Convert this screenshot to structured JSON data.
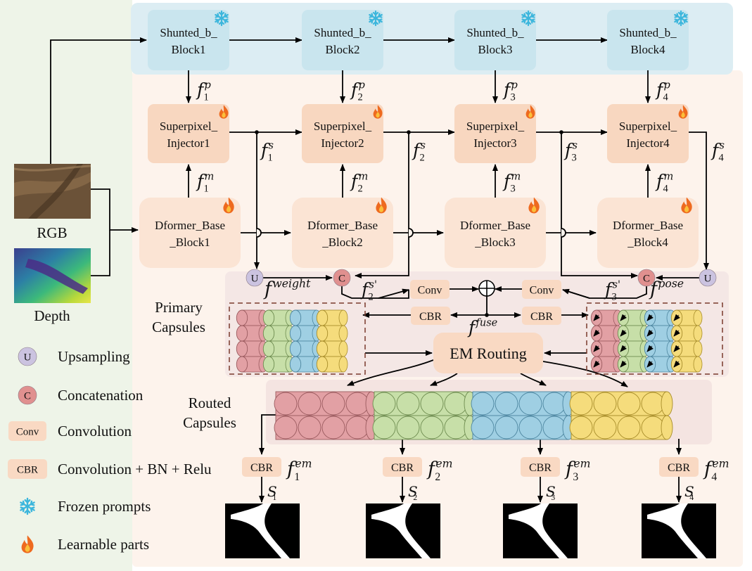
{
  "blocks": {
    "shunted": [
      {
        "line1": "Shunted_b_",
        "line2": "Block1"
      },
      {
        "line1": "Shunted_b_",
        "line2": "Block2"
      },
      {
        "line1": "Shunted_b_",
        "line2": "Block3"
      },
      {
        "line1": "Shunted_b_",
        "line2": "Block4"
      }
    ],
    "injector": [
      {
        "line1": "Superpixel_",
        "line2": "Injector1"
      },
      {
        "line1": "Superpixel_",
        "line2": "Injector2"
      },
      {
        "line1": "Superpixel_",
        "line2": "Injector3"
      },
      {
        "line1": "Superpixel_",
        "line2": "Injector4"
      }
    ],
    "dformer": [
      {
        "line1": "Dformer_Base",
        "line2": "_Block1"
      },
      {
        "line1": "Dformer_Base",
        "line2": "_Block2"
      },
      {
        "line1": "Dformer_Base",
        "line2": "_Block3"
      },
      {
        "line1": "Dformer_Base",
        "line2": "_Block4"
      }
    ]
  },
  "features": {
    "fp": [
      {
        "base": "f",
        "sub": "1",
        "sup": "p"
      },
      {
        "base": "f",
        "sub": "2",
        "sup": "p"
      },
      {
        "base": "f",
        "sub": "3",
        "sup": "p"
      },
      {
        "base": "f",
        "sub": "4",
        "sup": "p"
      }
    ],
    "fm": [
      {
        "base": "f",
        "sub": "1",
        "sup": "m"
      },
      {
        "base": "f",
        "sub": "2",
        "sup": "m"
      },
      {
        "base": "f",
        "sub": "3",
        "sup": "m"
      },
      {
        "base": "f",
        "sub": "4",
        "sup": "m"
      }
    ],
    "fs": [
      {
        "base": "f",
        "sub": "1",
        "sup": "s"
      },
      {
        "base": "f",
        "sub": "2",
        "sup": "s"
      },
      {
        "base": "f",
        "sub": "3",
        "sup": "s"
      },
      {
        "base": "f",
        "sub": "4",
        "sup": "s"
      }
    ],
    "fsp2": {
      "base": "f",
      "sub": "2",
      "sup": "s'"
    },
    "fsp3": {
      "base": "f",
      "sub": "3",
      "sup": "s'"
    },
    "fweight": {
      "base": "f",
      "sup": "weight"
    },
    "fpose": {
      "base": "f",
      "sup": "pose"
    },
    "ffuse": {
      "base": "f",
      "sup": "fuse"
    },
    "fem": [
      {
        "base": "f",
        "sub": "1",
        "sup": "em"
      },
      {
        "base": "f",
        "sub": "2",
        "sup": "em"
      },
      {
        "base": "f",
        "sub": "3",
        "sup": "em"
      },
      {
        "base": "f",
        "sub": "4",
        "sup": "em"
      }
    ],
    "s": [
      {
        "base": "S",
        "sub": "1"
      },
      {
        "base": "S",
        "sub": "2"
      },
      {
        "base": "S",
        "sub": "3"
      },
      {
        "base": "S",
        "sub": "4"
      }
    ]
  },
  "ops": {
    "conv": "Conv",
    "cbr": "CBR",
    "upsample": "U",
    "concat": "C",
    "em_routing": "EM Routing"
  },
  "sections": {
    "primary": {
      "line1": "Primary",
      "line2": "Capsules"
    },
    "routed": {
      "line1": "Routed",
      "line2": "Capsules"
    }
  },
  "inputs": {
    "rgb": "RGB",
    "depth": "Depth"
  },
  "legend": [
    {
      "symbol": "U",
      "icon": "upsampling-circle",
      "label": "Upsampling"
    },
    {
      "symbol": "C",
      "icon": "concatenation-circle",
      "label": "Concatenation"
    },
    {
      "symbol": "Conv",
      "icon": "conv-box",
      "label": "Convolution"
    },
    {
      "symbol": "CBR",
      "icon": "cbr-box",
      "label": "Convolution + BN + Relu"
    },
    {
      "symbol": "",
      "icon": "snowflake-icon",
      "label": "Frozen prompts"
    },
    {
      "symbol": "",
      "icon": "flame-icon",
      "label": "Learnable parts"
    }
  ],
  "colors": {
    "legend_bg": "#eef4e8",
    "top_band": "#dcedf3",
    "main_bg": "#fdf3ec",
    "block_blue": "#c9e5ee",
    "block_orange": "#f8d7c0",
    "block_orange_light": "#fbe4d4",
    "op_box": "#f9d9c3",
    "up_circle": "#cbc3e0",
    "cat_circle": "#e0908f",
    "caps_red": "#e2a0a4",
    "caps_green": "#c7dfa8",
    "caps_blue": "#9fcfe3",
    "caps_yellow": "#f5dc7c",
    "snow": "#3cb6dc",
    "flame": "#ee6a1f"
  }
}
